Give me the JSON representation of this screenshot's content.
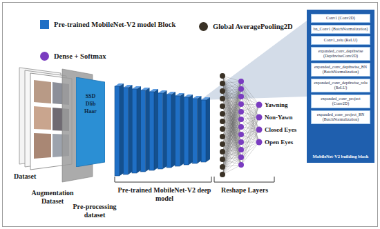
{
  "diagram": {
    "nodes": [
      {
        "text": [
          "SSD",
          "Dlib",
          "Haar"
        ]
      },
      {
        "text": [
          "MobileNet-V2 building block"
        ]
      },
      {
        "text": [
          "Conv1 (Conv2D)"
        ],
        "in": 1
      },
      {
        "text": [
          "bn_Conv1 (BatchNormalization)"
        ],
        "in": 1
      },
      {
        "text": [
          "Conv1_relu (ReLU)"
        ],
        "in": 1
      },
      {
        "text": [
          "expanded_conv_depthwise (DepthwiseConv2D)"
        ],
        "in": 1
      },
      {
        "text": [
          "expanded_conv_depthwise_BN (BatchNormalization)"
        ],
        "in": 1
      },
      {
        "text": [
          "expanded_conv_depthwise_relu (ReLU)"
        ],
        "in": 1
      },
      {
        "text": [
          "expanded_conv_project (Conv2D)"
        ],
        "in": 1
      },
      {
        "text": [
          "expanded_conv_project_BN (BatchNormalization)"
        ],
        "in": 1
      }
    ],
    "labels": [
      "Dataset",
      "Augmentation Dataset",
      "Pre-processing dataset",
      "Pre-trained MobileNet-V2 deep model",
      "Reshape Layers",
      "Yawning",
      "Non-Yawn",
      "Closed Eyes",
      "Open Eyes"
    ],
    "legend": [
      {
        "text": "Pre-trained MobileNet-V2 model Block",
        "color": "#1f6fc5"
      },
      {
        "text": "Global AveragePooling2D",
        "color": "#3a3226"
      },
      {
        "text": "Dense + Softmax",
        "color": "#7a3cc0"
      }
    ]
  }
}
